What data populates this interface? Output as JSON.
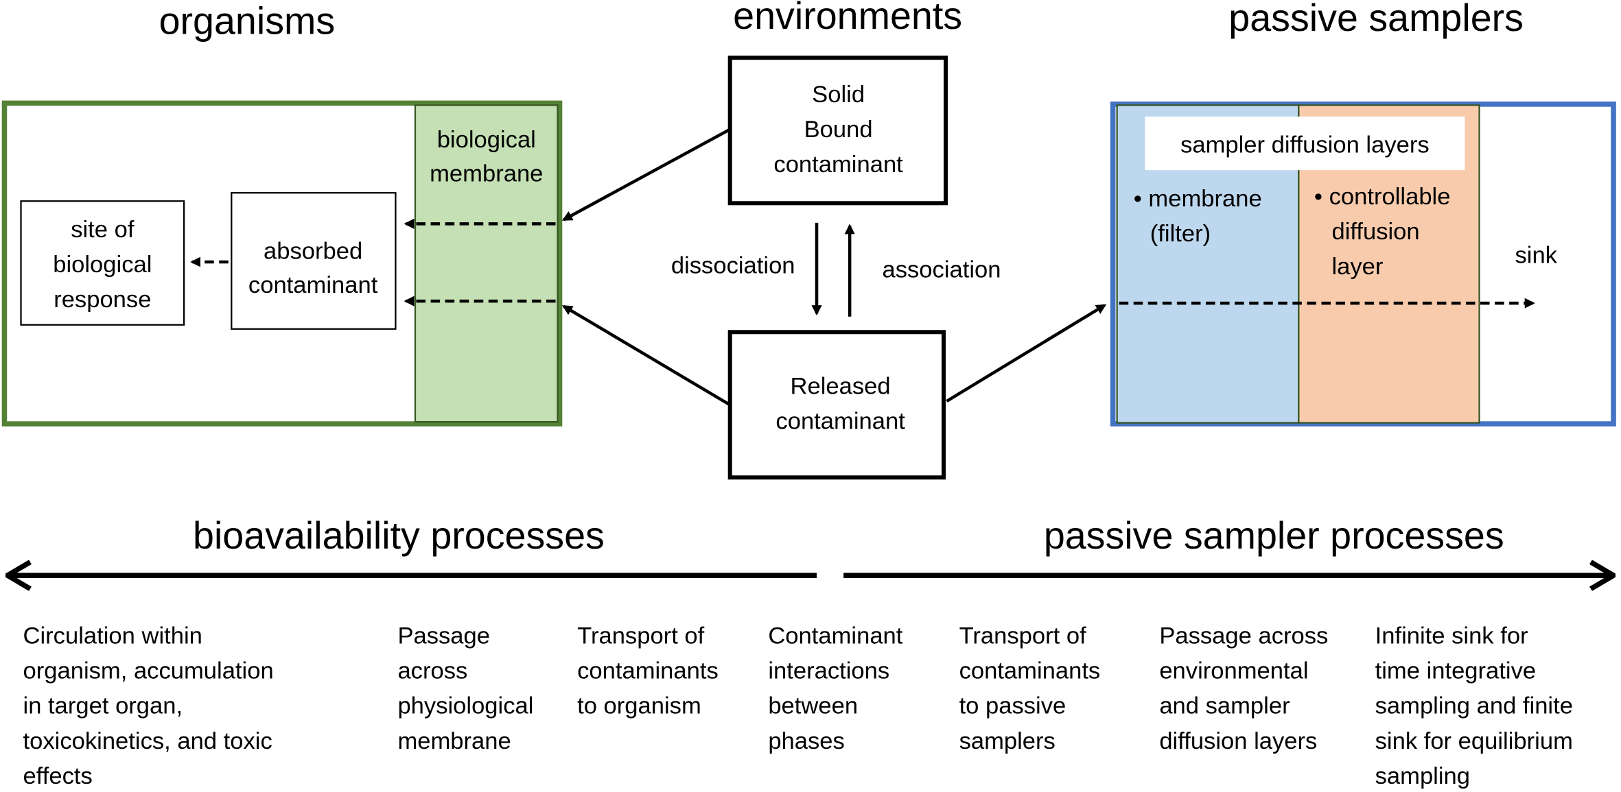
{
  "headings": {
    "organisms": "organisms",
    "environments": "environments",
    "passive_samplers": "passive samplers"
  },
  "organisms": {
    "membrane_label": [
      "biological",
      "membrane"
    ],
    "absorbed_box": [
      "absorbed",
      "contaminant"
    ],
    "site_box": [
      "site of",
      "biological",
      "response"
    ]
  },
  "environments": {
    "solid_box": [
      "Solid",
      "Bound",
      "contaminant"
    ],
    "released_box": [
      "Released",
      "contaminant"
    ],
    "dissociation": "dissociation",
    "association": "association"
  },
  "samplers": {
    "diffusion_layers_label": "sampler diffusion layers",
    "membrane_bullet": [
      "• membrane",
      "(filter)"
    ],
    "controllable_bullet": [
      "• controllable",
      "diffusion",
      "layer"
    ],
    "sink_label": "sink"
  },
  "process_axis": {
    "left_title": "bioavailability processes",
    "right_title": "passive sampler processes"
  },
  "descriptions": [
    [
      "Circulation within",
      "organism, accumulation",
      "in target organ,",
      "toxicokinetics, and toxic",
      "effects"
    ],
    [
      "Passage",
      "across",
      "physiological",
      "membrane"
    ],
    [
      "Transport of",
      "contaminants",
      "to organism"
    ],
    [
      "Contaminant",
      "interactions",
      "between",
      "phases"
    ],
    [
      "Transport of",
      "contaminants",
      "to passive",
      "samplers"
    ],
    [
      "Passage across",
      "environmental",
      "and sampler",
      "diffusion layers"
    ],
    [
      "Infinite sink for",
      "time integrative",
      "sampling and finite",
      "sink for equilibrium",
      "sampling"
    ]
  ],
  "colors": {
    "organism_border": "#548235",
    "membrane_fill": "#c5e0b4",
    "sampler_border": "#4472c4",
    "filter_fill": "#bdd7ee",
    "diffusion_fill": "#f8cbad",
    "layer_divider": "#375623"
  }
}
